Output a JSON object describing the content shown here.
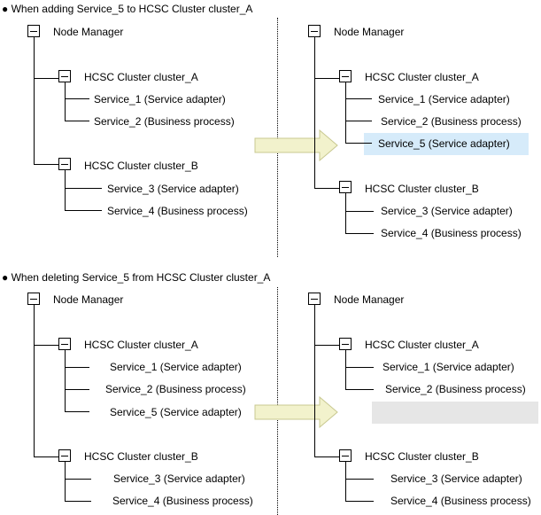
{
  "top": {
    "caption": "● When adding Service_5 to HCSC Cluster cluster_A",
    "left": {
      "root": "Node Manager",
      "cluster_a": "HCSC Cluster cluster_A",
      "a_services": [
        "Service_1 (Service adapter)",
        "Service_2 (Business process)"
      ],
      "cluster_b": "HCSC Cluster cluster_B",
      "b_services": [
        "Service_3 (Service adapter)",
        "Service_4 (Business process)"
      ]
    },
    "right": {
      "root": "Node Manager",
      "cluster_a": "HCSC Cluster cluster_A",
      "a_services": [
        "Service_1 (Service adapter)",
        "Service_2 (Business process)",
        "Service_5 (Service adapter)"
      ],
      "cluster_b": "HCSC Cluster cluster_B",
      "b_services": [
        "Service_3 (Service adapter)",
        "Service_4 (Business process)"
      ]
    }
  },
  "bottom": {
    "caption": "● When deleting Service_5 from HCSC Cluster cluster_A",
    "left": {
      "root": "Node Manager",
      "cluster_a": "HCSC Cluster cluster_A",
      "a_services": [
        "Service_1 (Service adapter)",
        "Service_2 (Business process)",
        "Service_5 (Service adapter)"
      ],
      "cluster_b": "HCSC Cluster cluster_B",
      "b_services": [
        "Service_3 (Service adapter)",
        "Service_4 (Business process)"
      ]
    },
    "right": {
      "root": "Node Manager",
      "cluster_a": "HCSC Cluster cluster_A",
      "a_services": [
        "Service_1 (Service adapter)",
        "Service_2 (Business process)"
      ],
      "cluster_b": "HCSC Cluster cluster_B",
      "b_services": [
        "Service_3 (Service adapter)",
        "Service_4 (Business process)"
      ]
    }
  },
  "colors": {
    "added_highlight": "#d6ebfa",
    "removed_highlight": "#e6e6e6",
    "arrow_fill": "#f2f2cc",
    "arrow_stroke": "#c8c890"
  }
}
